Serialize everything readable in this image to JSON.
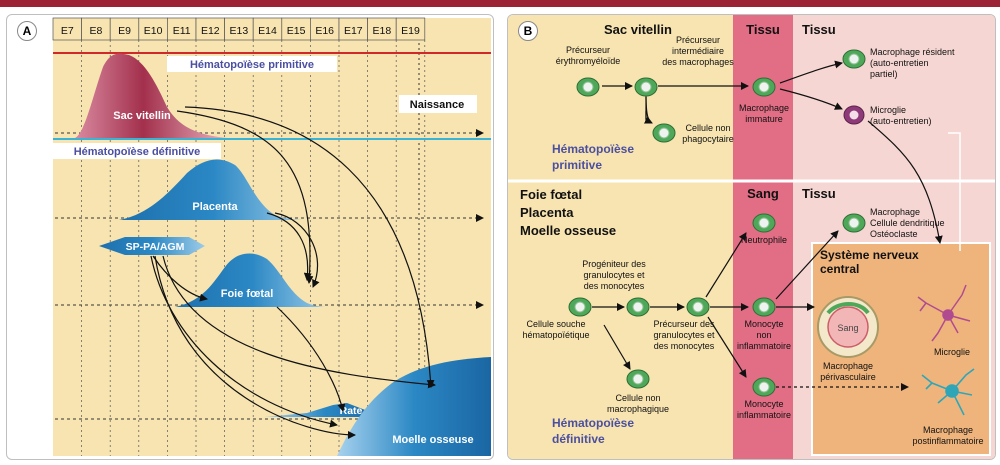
{
  "colors": {
    "brand_bar": "#9b2335",
    "panel_bg": "#f7e4b0",
    "sac_vitellin": "#a3304d",
    "blue": "#2b88c4",
    "primitive_line": "#d0292a",
    "definitive_line": "#3ab4d6",
    "title_blue": "#4b4fa0",
    "tissue_pink": "#e26e86",
    "tissue_light": "#f6d6d2",
    "snc_orange": "#efb47c",
    "cell_green": "#4fa85a"
  },
  "panel_a": {
    "letter": "A",
    "days": [
      "E7",
      "E8",
      "E9",
      "E10",
      "E11",
      "E12",
      "E13",
      "E14",
      "E15",
      "E16",
      "E17",
      "E18",
      "E19"
    ],
    "labels": {
      "primitive": "Hématopoïèse primitive",
      "definitive": "Hématopoïèse définitive",
      "naissance": "Naissance",
      "sac_vitellin": "Sac vitellin",
      "placenta": "Placenta",
      "spaagm": "SP-PA/AGM",
      "foie_foetal": "Foie fœtal",
      "rate": "Rate",
      "moelle": "Moelle osseuse"
    }
  },
  "panel_b": {
    "letter": "B",
    "headers": {
      "sac_vitellin": "Sac vitellin",
      "tissu_top": "Tissu",
      "tissu_top2": "Tissu",
      "sang": "Sang",
      "tissu_bottom": "Tissu",
      "foie": "Foie fœtal",
      "placenta": "Placenta",
      "moelle": "Moelle osseuse",
      "snc": [
        "Système nerveux",
        "central"
      ]
    },
    "labels": {
      "prec_erythro": [
        "Précurseur",
        "érythromyéloïde"
      ],
      "prec_macro": [
        "Précurseur",
        "intermédiaire",
        "des macrophages"
      ],
      "cell_non_phago": [
        "Cellule non",
        "phagocytaire"
      ],
      "macro_immature": [
        "Macrophage",
        "immature"
      ],
      "macro_resident": [
        "Macrophage résident",
        "(auto-entretien",
        "partiel)"
      ],
      "microglie_top": [
        "Microglie",
        "(auto-entretien)"
      ],
      "hemato_primitive": [
        "Hématopoïèse",
        "primitive"
      ],
      "neutrophile": "Neutrophile",
      "macro_dc": [
        "Macrophage",
        "Cellule dendritique",
        "Ostéoclaste"
      ],
      "progen": [
        "Progéniteur des",
        "granulocytes et",
        "des monocytes"
      ],
      "cell_souche": [
        "Cellule souche",
        "hématopoïétique"
      ],
      "prec_gran": [
        "Précurseur des",
        "granulocytes et",
        "des monocytes"
      ],
      "mono_non_infl": [
        "Monocyte",
        "non",
        "inflammatoire"
      ],
      "sang_vessel": "Sang",
      "macro_periv": [
        "Macrophage",
        "périvasculaire"
      ],
      "microglie": "Microglie",
      "cell_non_macro": [
        "Cellule non",
        "macrophagique"
      ],
      "mono_infl": [
        "Monocyte",
        "inflammatoire"
      ],
      "macro_postinfl": [
        "Macrophage",
        "postinflammatoire"
      ],
      "hemato_definitive": [
        "Hématopoïèse",
        "définitive"
      ]
    }
  }
}
